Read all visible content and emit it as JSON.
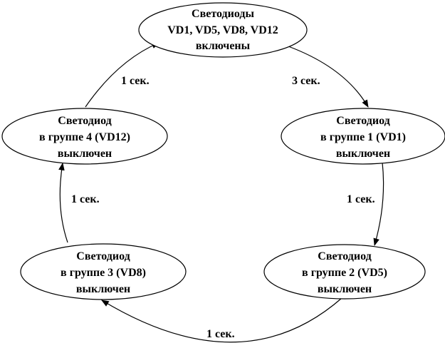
{
  "nodes": {
    "top": {
      "line1": "Светодиоды",
      "line2": "VD1, VD5, VD8, VD12",
      "line3": "включены"
    },
    "group1": {
      "line1": "Светодиод",
      "line2": "в группе 1 (VD1)",
      "line3": "выключен"
    },
    "group2": {
      "line1": "Светодиод",
      "line2": "в группе 2 (VD5)",
      "line3": "выключен"
    },
    "group3": {
      "line1": "Светодиод",
      "line2": "в группе 3 (VD8)",
      "line3": "выключен"
    },
    "group4": {
      "line1": "Светодиод",
      "line2": "в группе 4 (VD12)",
      "line3": "выключен"
    }
  },
  "edges": {
    "top_to_group1": "3 сек.",
    "group1_to_group2": "1 сек.",
    "group2_to_group3": "1 сек.",
    "group3_to_group4": "1 сек.",
    "group4_to_top": "1 сек."
  },
  "colors": {
    "stroke": "#000000",
    "background": "#ffffff"
  }
}
